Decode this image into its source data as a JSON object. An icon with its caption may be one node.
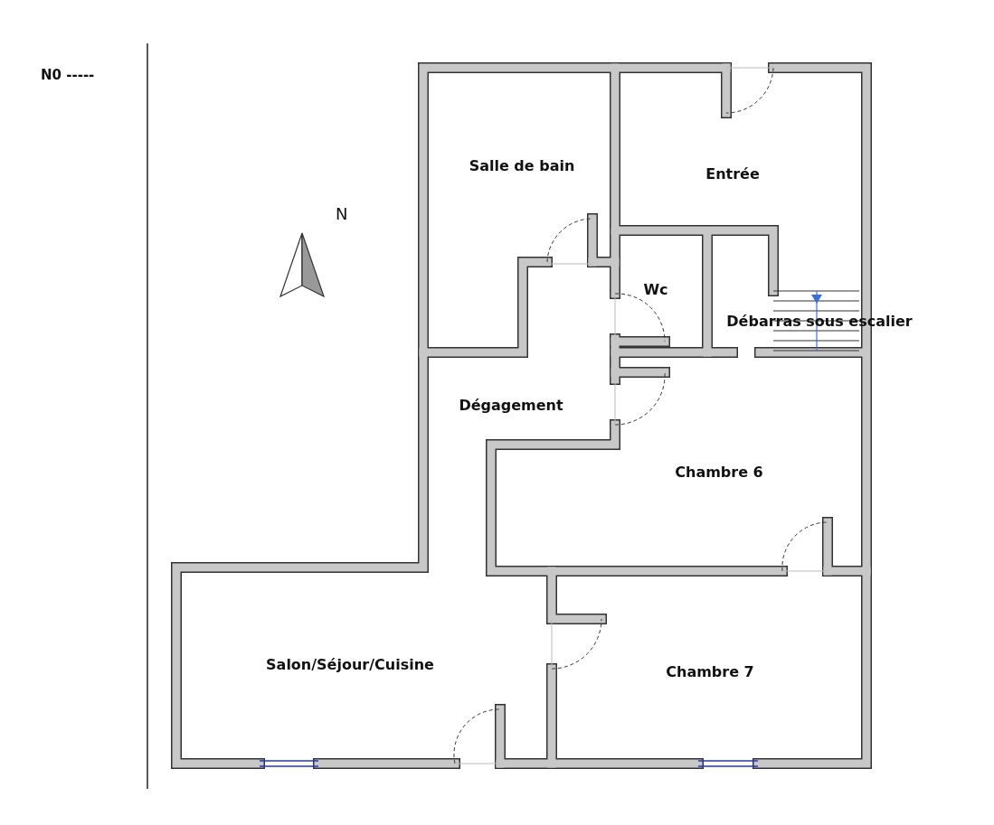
{
  "diagram": {
    "nodes": [
      {
        "text": [
          "Salle de bain"
        ]
      },
      {
        "text": [
          "Entrée"
        ]
      },
      {
        "text": [
          "Wc"
        ]
      },
      {
        "text": [
          "Débarras sous escalier"
        ]
      },
      {
        "text": [
          "Dégagement"
        ]
      },
      {
        "text": [
          "Chambre 6"
        ]
      },
      {
        "text": [
          "Salon/Séjour/Cuisine"
        ]
      },
      {
        "text": [
          "Chambre 7"
        ]
      }
    ],
    "labels": [
      "N0 -----",
      "N"
    ]
  }
}
